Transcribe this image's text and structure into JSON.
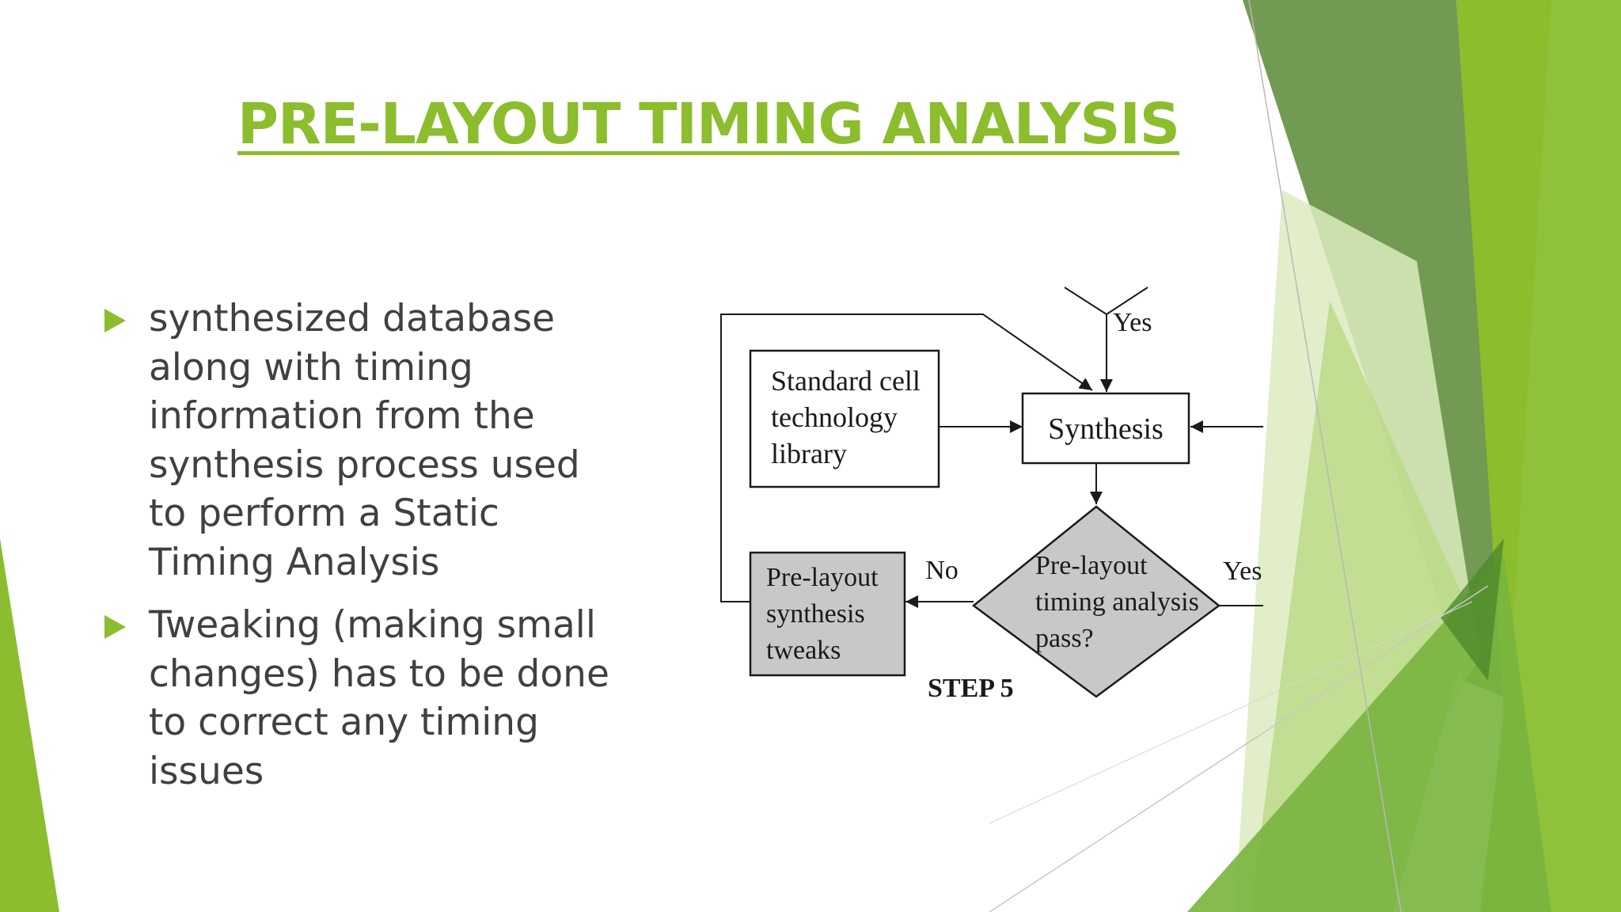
{
  "slide": {
    "title": "PRE-LAYOUT TIMING ANALYSIS",
    "bullets": [
      {
        "text": "synthesized database along with timing information from the synthesis process used to perform a Static Timing Analysis"
      },
      {
        "text": "Tweaking (making small changes) has to be done to correct any timing issues"
      }
    ]
  },
  "diagram": {
    "standard_cell": [
      "Standard cell",
      "technology",
      "library"
    ],
    "synthesis": "Synthesis",
    "decision": [
      "Pre-layout",
      "timing analysis",
      "pass?"
    ],
    "tweaks": [
      "Pre-layout",
      "synthesis",
      "tweaks"
    ],
    "yes_top": "Yes",
    "yes_right": "Yes",
    "no_label": "No",
    "step": "STEP 5"
  },
  "colors": {
    "accent_green": "#8bbd2c",
    "dark_green": "#6e9a4a",
    "light_green": "#cfe3a4",
    "text_dark": "#404040",
    "box_gray": "#c8c8c8"
  }
}
